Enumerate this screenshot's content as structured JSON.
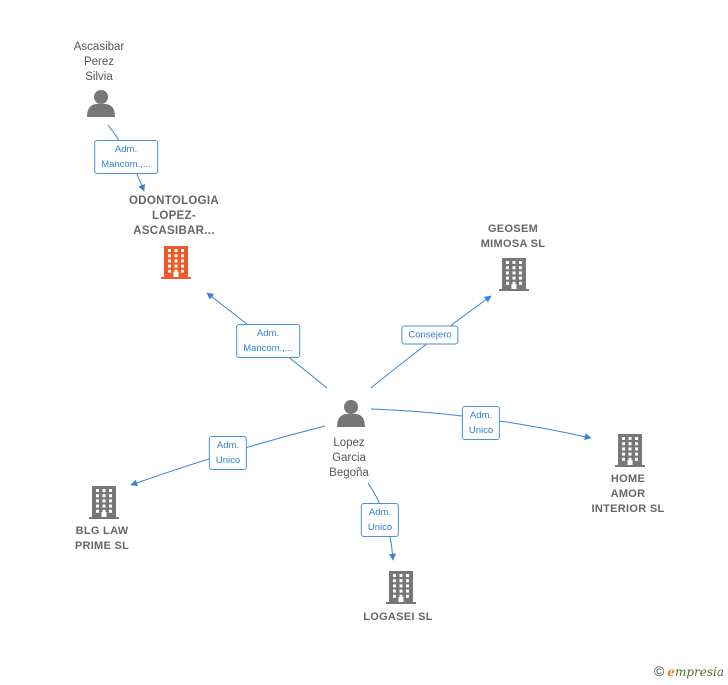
{
  "colors": {
    "edge": "#3b82d4",
    "node_gray": "#777777",
    "node_focus": "#f05a28",
    "label_border": "#4a90d9"
  },
  "nodes": [
    {
      "id": "ascasibar",
      "type": "person",
      "label": "Ascasibar\nPerez\nSilvia"
    },
    {
      "id": "odontologia",
      "type": "company",
      "focus": true,
      "label": "ODONTOLOGIA\nLOPEZ-\nASCASIBAR..."
    },
    {
      "id": "geosem",
      "type": "company",
      "label": "GEOSEM\nMIMOSA  SL"
    },
    {
      "id": "lopez",
      "type": "person",
      "label": "Lopez\nGarcia\nBegoña"
    },
    {
      "id": "home",
      "type": "company",
      "label": "HOME\nAMOR\nINTERIOR  SL"
    },
    {
      "id": "blg",
      "type": "company",
      "label": "BLG LAW\nPRIME  SL"
    },
    {
      "id": "logasei",
      "type": "company",
      "label": "LOGASEI SL"
    }
  ],
  "edges": [
    {
      "from": "ascasibar",
      "to": "odontologia",
      "label": "Adm.\nMancom.,..."
    },
    {
      "from": "lopez",
      "to": "odontologia",
      "label": "Adm.\nMancom.,..."
    },
    {
      "from": "lopez",
      "to": "geosem",
      "label": "Consejero"
    },
    {
      "from": "lopez",
      "to": "home",
      "label": "Adm.\nUnico"
    },
    {
      "from": "lopez",
      "to": "blg",
      "label": "Adm.\nUnico"
    },
    {
      "from": "lopez",
      "to": "logasei",
      "label": "Adm.\nUnico"
    }
  ],
  "brand": {
    "copyright": "©",
    "e_letter": "e",
    "rest": "mpresia"
  }
}
